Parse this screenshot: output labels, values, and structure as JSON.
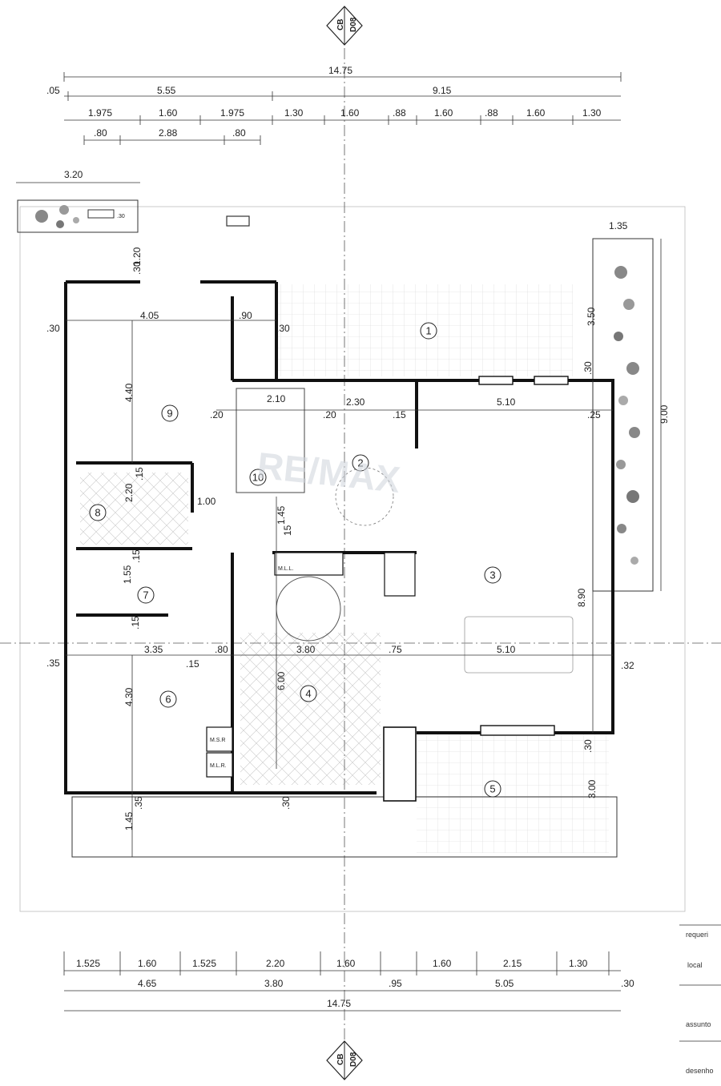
{
  "section_markers": {
    "top": {
      "label": "CB",
      "sheet": "D08"
    },
    "bottom": {
      "label": "CB",
      "sheet": "D08"
    }
  },
  "dimensions": {
    "top_total": "14.75",
    "top_row1": [
      ".05",
      "5.55",
      "9.15"
    ],
    "top_row2": [
      "1.975",
      "1.60",
      "1.975",
      "1.30",
      "1.60",
      ".88",
      "1.60",
      ".88",
      "1.60",
      "1.30"
    ],
    "top_row3": [
      ".80",
      "2.88",
      ".80"
    ],
    "bottom_row1": [
      "1.525",
      "1.60",
      "1.525",
      "2.20",
      "1.60",
      "1.60",
      "2.15",
      "1.30"
    ],
    "bottom_row2": [
      "4.65",
      "3.80",
      ".95",
      "5.05",
      ".30"
    ],
    "bottom_total": "14.75",
    "planter_left_width": "3.20",
    "planter_left_depth": ".30",
    "planter_right_width": "1.35",
    "planter_right_length": "9.00",
    "interior": {
      "d_120": "1.20",
      "d_030a": ".30",
      "d_405": "4.05",
      "d_090": ".90",
      "d_030b": ".30",
      "d_030c": ".30",
      "d_350": "3.50",
      "d_030d": ".30",
      "d_440": "4.40",
      "d_020a": ".20",
      "d_210": "2.10",
      "d_020b": ".20",
      "d_230": "2.30",
      "d_015a": ".15",
      "d_510a": "5.10",
      "d_025": ".25",
      "d_220": "2.20",
      "d_015b": ".15",
      "d_100": "1.00",
      "d_145a": "1.45",
      "d_015c": "15",
      "d_015d": ".15",
      "d_155": "1.55",
      "d_015e": ".15",
      "d_035a": ".35",
      "d_335": "3.35",
      "d_080": ".80",
      "d_380": "3.80",
      "d_075": ".75",
      "d_510b": "5.10",
      "d_032": ".32",
      "d_015f": ".15",
      "d_430": "4.30",
      "d_600": "6.00",
      "d_890": "8.90",
      "d_030e": ".30",
      "d_300": "3.00",
      "d_035b": ".35",
      "d_030f": ".30",
      "d_145b": "1.45"
    }
  },
  "rooms": [
    "1",
    "2",
    "3",
    "4",
    "5",
    "6",
    "7",
    "8",
    "9",
    "10"
  ],
  "appliance_labels": {
    "mll": "M.L.L.",
    "msr": "M.S.R",
    "mlr": "M.L.R."
  },
  "watermark": "RE/MAX",
  "title_block": [
    "requeri",
    "local",
    "assunto",
    "desenho"
  ]
}
